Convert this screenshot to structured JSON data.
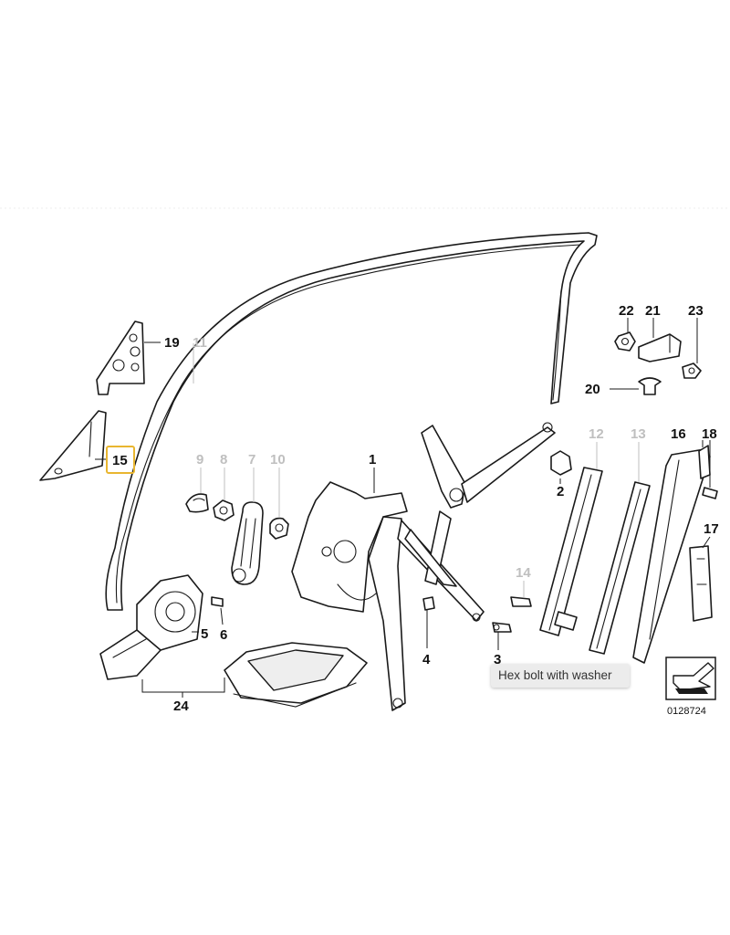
{
  "callouts": {
    "c1": "1",
    "c2": "2",
    "c3": "3",
    "c4": "4",
    "c5": "5",
    "c6": "6",
    "c7": "7",
    "c8": "8",
    "c9": "9",
    "c10": "10",
    "c11": "11",
    "c12": "12",
    "c13": "13",
    "c14": "14",
    "c15": "15",
    "c16": "16",
    "c17": "17",
    "c18": "18",
    "c19": "19",
    "c20": "20",
    "c21": "21",
    "c22": "22",
    "c23": "23",
    "c24": "24"
  },
  "highlighted_part": "15",
  "tooltip": {
    "text": "Hex bolt with washer"
  },
  "reference_number": "0128724",
  "colors": {
    "highlight": "#e9b630",
    "dimmed_callout": "#bfbfbf",
    "line_art": "#1a1a1a",
    "tooltip_bg": "#ececec"
  },
  "icons": {
    "orientation": "arrow-direction-icon"
  }
}
